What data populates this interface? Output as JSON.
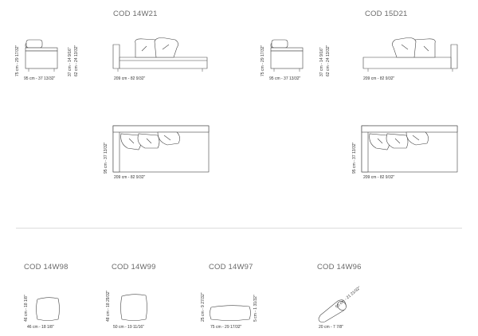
{
  "top": {
    "left_code": "COD 14W21",
    "right_code": "COD 15D21",
    "left": {
      "side_height": "75 cm - 29 17/32\"",
      "side_seat": "37 cm - 14 9/16\"",
      "side_arm": "62 cm - 24 13/32\"",
      "side_depth": "95 cm - 37 13/32\"",
      "front_width": "209 cm - 82 9/32\"",
      "plan_depth": "95 cm - 37 13/32\"",
      "plan_width": "209 cm - 82 9/32\""
    },
    "right": {
      "side_height": "75 cm - 29 17/32\"",
      "side_seat": "37 cm - 14 9/16\"",
      "side_arm": "62 cm - 24 13/32\"",
      "side_depth": "95 cm - 37 13/32\"",
      "front_width": "209 cm - 82 9/32\"",
      "plan_depth": "95 cm - 37 13/32\"",
      "plan_width": "209 cm - 82 9/32\""
    }
  },
  "cushions": [
    {
      "code": "COD 14W98",
      "height": "46 cm - 18 1/8\"",
      "width": "46 cm - 18 1/8\""
    },
    {
      "code": "COD 14W99",
      "height": "48 cm - 18 29/32\"",
      "width": "50 cm - 19 11/16\""
    },
    {
      "code": "COD 14W97",
      "height": "25 cm - 9 27/32\"",
      "width": "75 cm - 29 17/32\"",
      "depth": "5 cm - 1 31/32\""
    },
    {
      "code": "COD 14W96",
      "diameter": "20 cm - 7 7/8\"",
      "length": "55 cm - 21 21/32\""
    }
  ]
}
